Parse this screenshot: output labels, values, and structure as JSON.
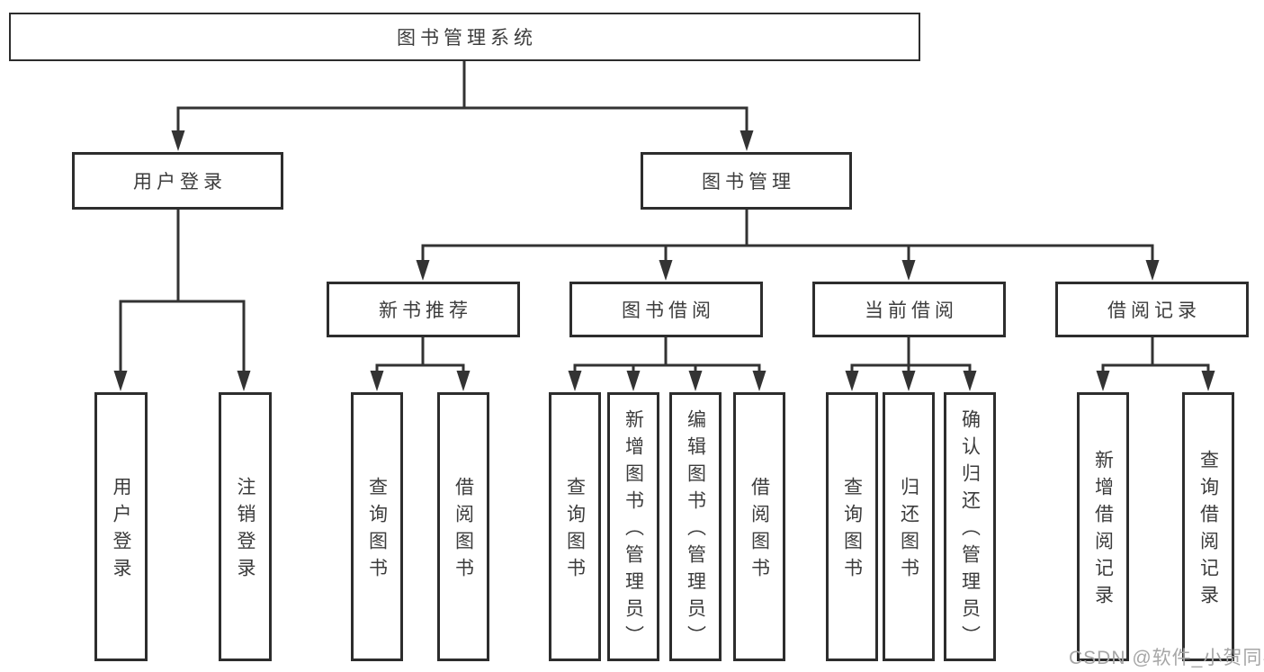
{
  "colors": {
    "line": "#333333",
    "box_border": "#2d2d2d",
    "text": "#3c3c3c",
    "watermark_text": "#a6a6a6",
    "background": "#ffffff"
  },
  "tree": {
    "label": "图书管理系统",
    "children": [
      {
        "label": "用户登录",
        "children": [
          {
            "label": "用户登录"
          },
          {
            "label": "注销登录"
          }
        ]
      },
      {
        "label": "图书管理",
        "children": [
          {
            "label": "新书推荐",
            "children": [
              {
                "label": "查询图书"
              },
              {
                "label": "借阅图书"
              }
            ]
          },
          {
            "label": "图书借阅",
            "children": [
              {
                "label": "查询图书"
              },
              {
                "label": "新增图书（管理员）"
              },
              {
                "label": "编辑图书（管理员）"
              },
              {
                "label": "借阅图书"
              }
            ]
          },
          {
            "label": "当前借阅",
            "children": [
              {
                "label": "查询图书"
              },
              {
                "label": "归还图书"
              },
              {
                "label": "确认归还（管理员）"
              }
            ]
          },
          {
            "label": "借阅记录",
            "children": [
              {
                "label": "新增借阅记录"
              },
              {
                "label": "查询借阅记录"
              }
            ]
          }
        ]
      }
    ]
  },
  "watermark": {
    "text": "CSDN @软件_小贺同学"
  }
}
